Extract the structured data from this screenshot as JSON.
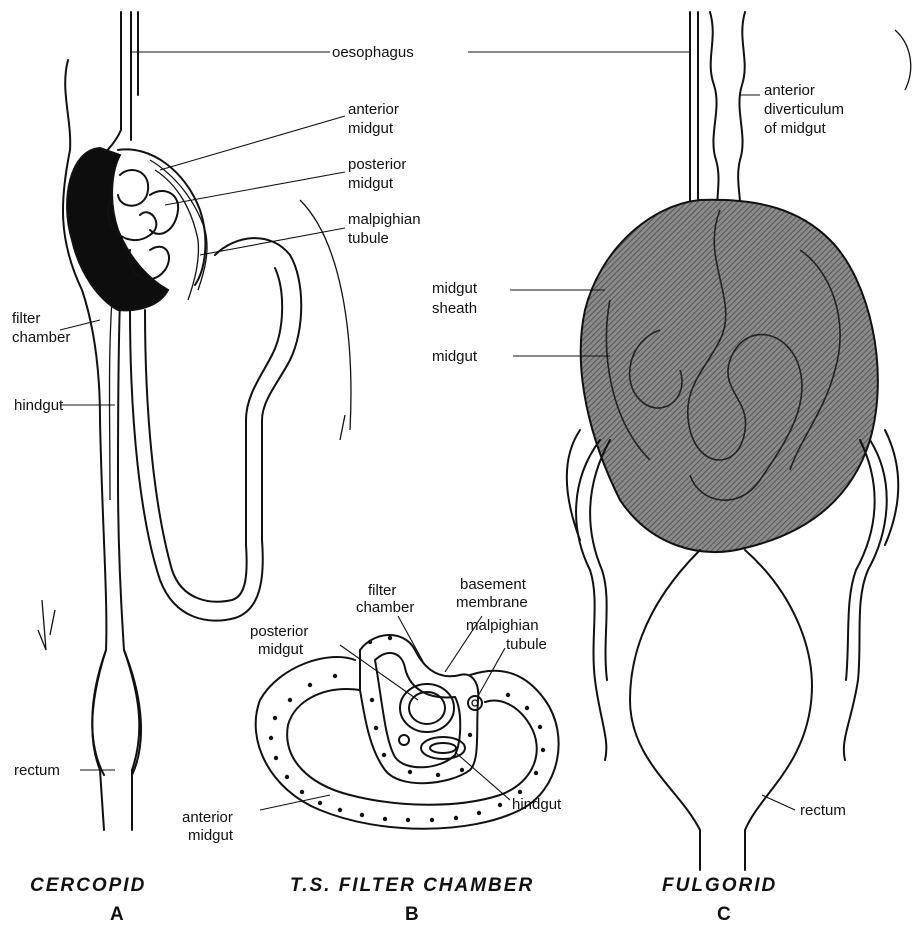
{
  "labels": {
    "oesophagus": "oesophagus",
    "anterior_midgut_1": "anterior",
    "anterior_midgut_2": "midgut",
    "posterior_midgut_1": "posterior",
    "posterior_midgut_2": "midgut",
    "malpighian_tubule_1": "malpighian",
    "malpighian_tubule_2": "tubule",
    "filter_chamber_1": "filter",
    "filter_chamber_2": "chamber",
    "hindgut": "hindgut",
    "rectum": "rectum",
    "anterior_diverticulum_1": "anterior",
    "anterior_diverticulum_2": "diverticulum",
    "anterior_diverticulum_3": "of midgut",
    "midgut_sheath_1": "midgut",
    "midgut_sheath_2": "sheath",
    "midgut": "midgut",
    "rectum_c": "rectum",
    "b_filter_chamber_1": "filter",
    "b_filter_chamber_2": "chamber",
    "b_basement_membrane_1": "basement",
    "b_basement_membrane_2": "membrane",
    "b_posterior_midgut_1": "posterior",
    "b_posterior_midgut_2": "midgut",
    "b_malpighian_tubule_1": "malpighian",
    "b_malpighian_tubule_2": "tubule",
    "b_hindgut": "hindgut",
    "b_anterior_midgut_1": "anterior",
    "b_anterior_midgut_2": "midgut"
  },
  "captions": {
    "a_title": "CERCOPID",
    "a_letter": "A",
    "b_title": "T.S. FILTER CHAMBER",
    "b_letter": "B",
    "c_title": "FULGORID",
    "c_letter": "C"
  },
  "colors": {
    "ink": "#111111",
    "midgut_fill": "#6f6f6f",
    "filter_chamber_fill": "#0d0d0d"
  }
}
